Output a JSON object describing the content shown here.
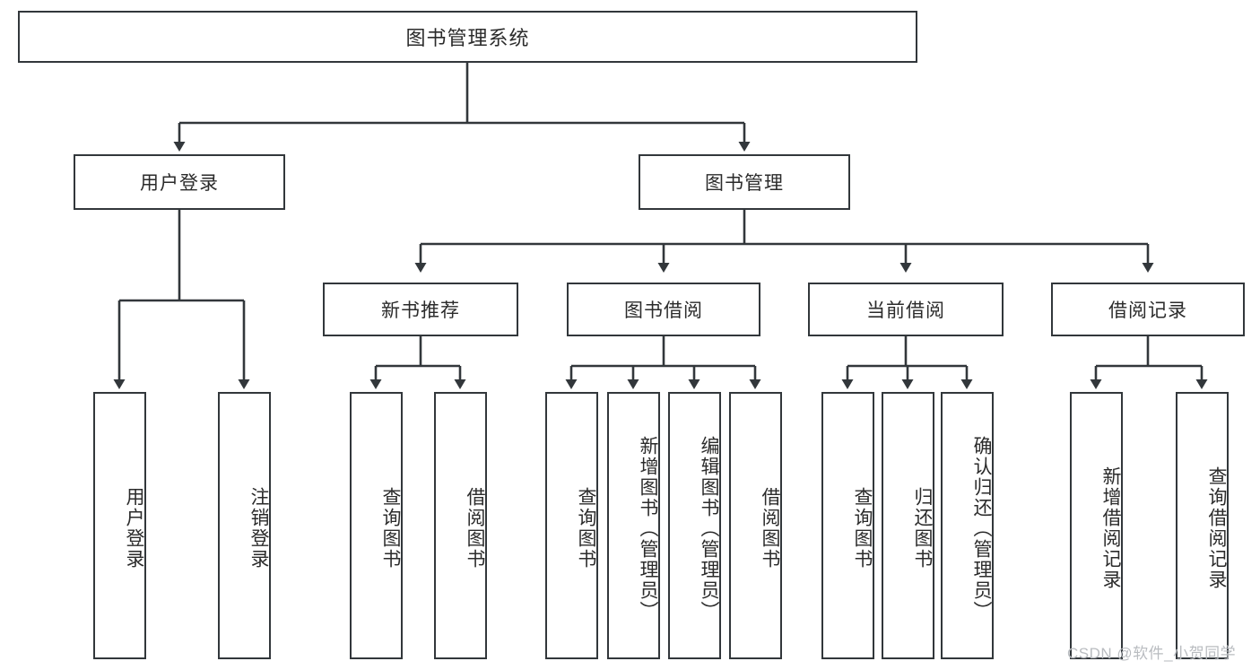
{
  "diagram": {
    "type": "tree",
    "title": "图书管理系统",
    "root": {
      "label": "图书管理系统"
    },
    "level1": [
      {
        "id": "user-login",
        "label": "用户登录"
      },
      {
        "id": "book-manage",
        "label": "图书管理"
      }
    ],
    "level2": [
      {
        "id": "new-book-recommend",
        "label": "新书推荐",
        "parent": "book-manage"
      },
      {
        "id": "book-borrow",
        "label": "图书借阅",
        "parent": "book-manage"
      },
      {
        "id": "current-borrow",
        "label": "当前借阅",
        "parent": "book-manage"
      },
      {
        "id": "borrow-record",
        "label": "借阅记录",
        "parent": "book-manage"
      }
    ],
    "leaves": {
      "user_login": [
        {
          "id": "leaf-user-login",
          "label": "用户登录"
        },
        {
          "id": "leaf-user-logout",
          "label": "注销登录"
        }
      ],
      "new_book_recommend": [
        {
          "id": "leaf-query-book-1",
          "label": "查询图书"
        },
        {
          "id": "leaf-borrow-book-1",
          "label": "借阅图书"
        }
      ],
      "book_borrow": [
        {
          "id": "leaf-query-book-2",
          "label": "查询图书"
        },
        {
          "id": "leaf-add-book",
          "label": "新增图书（管理员）"
        },
        {
          "id": "leaf-edit-book",
          "label": "编辑图书（管理员）"
        },
        {
          "id": "leaf-borrow-book-2",
          "label": "借阅图书"
        }
      ],
      "current_borrow": [
        {
          "id": "leaf-query-book-3",
          "label": "查询图书"
        },
        {
          "id": "leaf-return-book",
          "label": "归还图书"
        },
        {
          "id": "leaf-confirm-return",
          "label": "确认归还（管理员）"
        }
      ],
      "borrow_record": [
        {
          "id": "leaf-add-record",
          "label": "新增借阅记录"
        },
        {
          "id": "leaf-query-record",
          "label": "查询借阅记录"
        }
      ]
    },
    "colors": {
      "stroke": "#32373b",
      "background": "#ffffff",
      "text": "#2b2b2b",
      "watermark": "#b9bcc0"
    }
  },
  "watermark": {
    "text": "CSDN @软件_小贺同学"
  }
}
